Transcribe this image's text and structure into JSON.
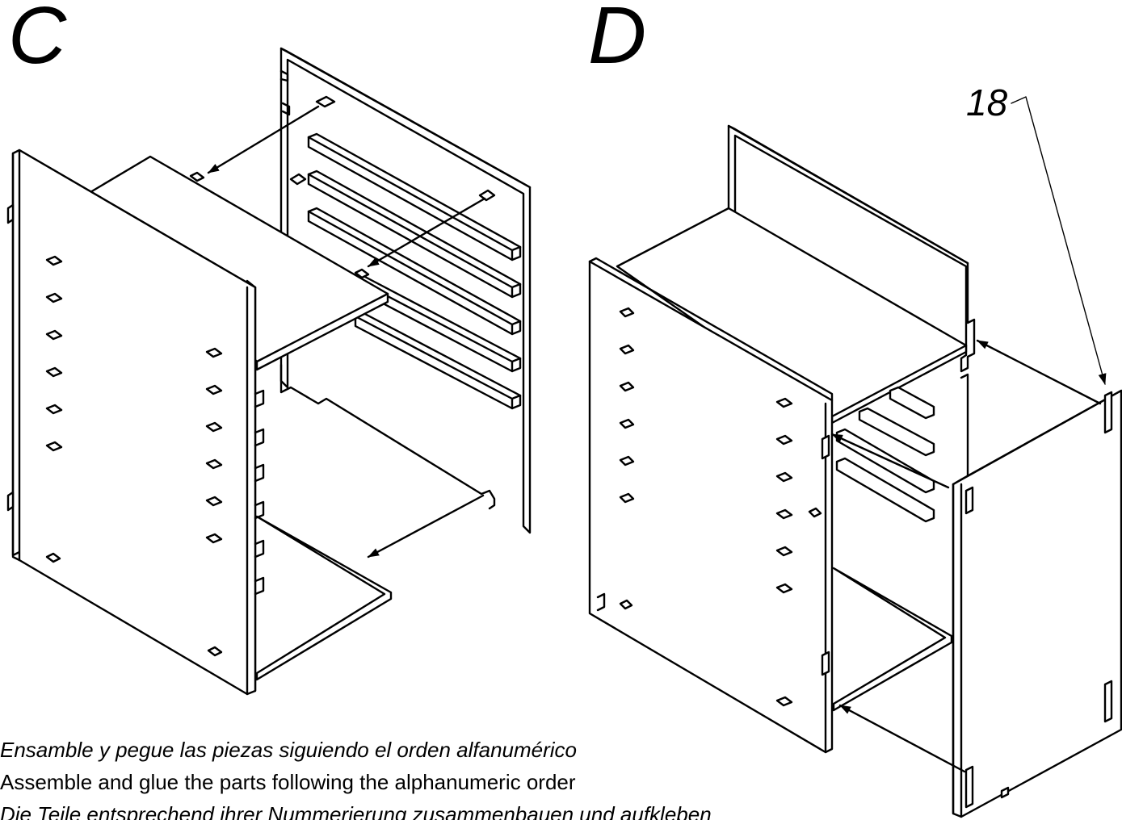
{
  "steps": {
    "c": "C",
    "d": "D"
  },
  "callout": {
    "part_number": "18"
  },
  "captions": {
    "es": "Ensamble y pegue las piezas siguiendo el orden alfanumérico",
    "en": "Assemble and glue the parts following the alphanumeric order",
    "de": "Die Teile entsprechend ihrer Nummerierung zusammenbauen und aufkleben"
  },
  "colors": {
    "ink": "#000000",
    "paper": "#ffffff"
  }
}
